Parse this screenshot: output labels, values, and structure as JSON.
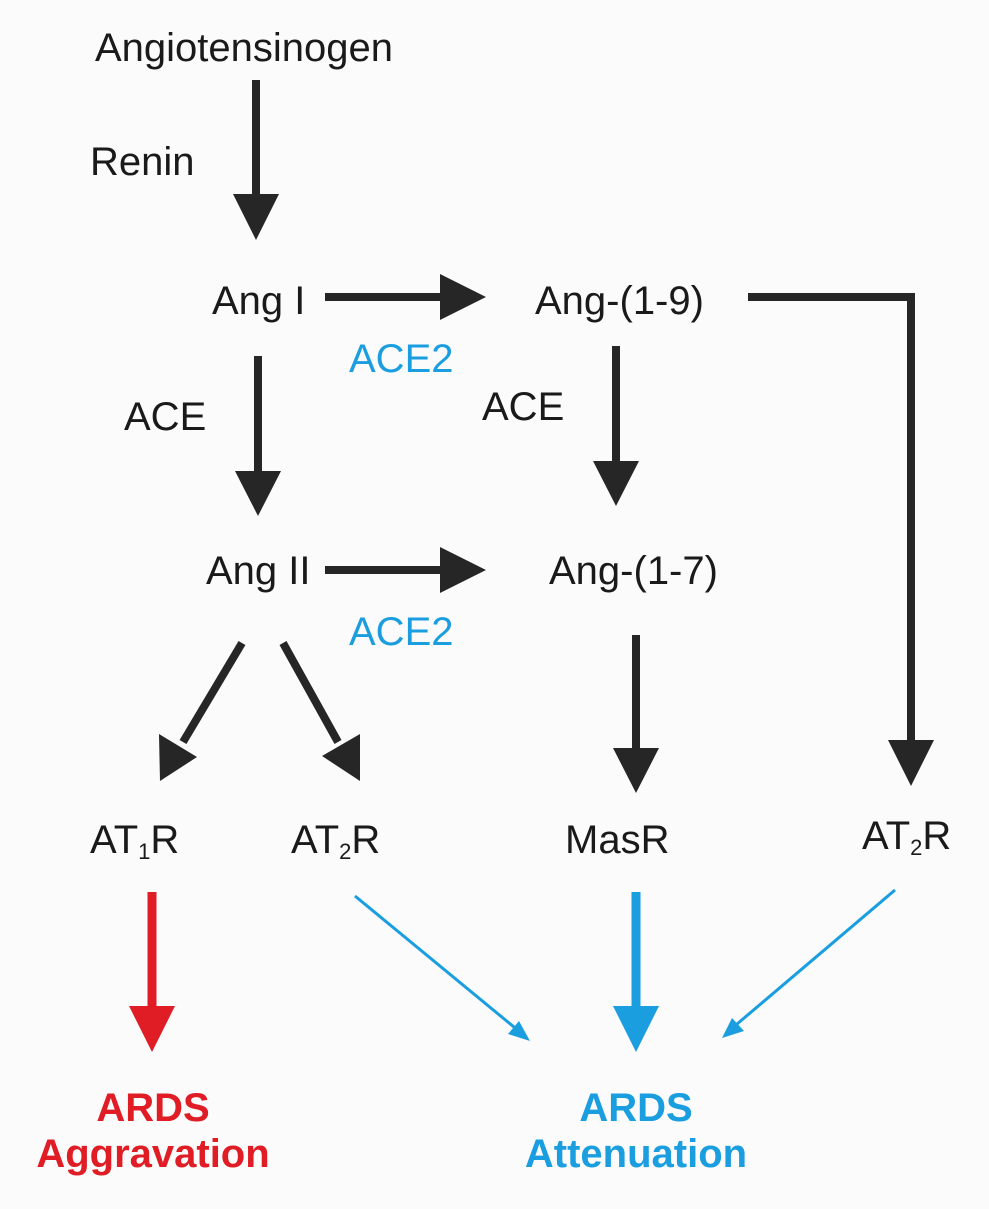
{
  "nodes": {
    "angiotensinogen": "Angiotensinogen",
    "ang_i": "Ang I",
    "ang_1_9": "Ang-(1-9)",
    "ang_ii": "Ang II",
    "ang_1_7": "Ang-(1-7)",
    "at1r": {
      "prefix": "AT",
      "sub": "1",
      "suffix": "R"
    },
    "at2r_left": {
      "prefix": "AT",
      "sub": "2",
      "suffix": "R"
    },
    "masr": "MasR",
    "at2r_right": {
      "prefix": "AT",
      "sub": "2",
      "suffix": "R"
    }
  },
  "enzymes": {
    "renin": "Renin",
    "ace_left": "ACE",
    "ace_right": "ACE",
    "ace2_top": "ACE2",
    "ace2_bottom": "ACE2"
  },
  "outcomes": {
    "aggravation": {
      "line1": "ARDS",
      "line2": "Aggravation",
      "color": "#e01c24"
    },
    "attenuation": {
      "line1": "ARDS",
      "line2": "Attenuation",
      "color": "#1a9ee0"
    }
  },
  "colors": {
    "arrow_dark": "#262626",
    "aggravation_red": "#e01c24",
    "attenuation_blue": "#1a9ee0"
  }
}
